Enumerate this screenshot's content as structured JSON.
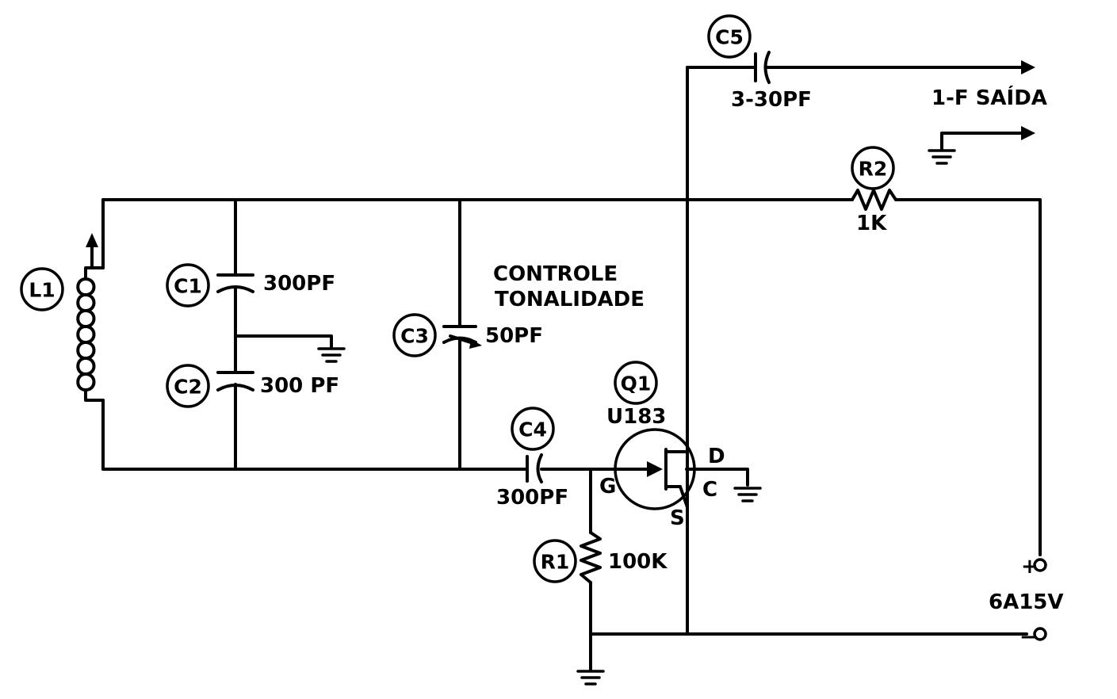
{
  "components": {
    "L1": {
      "tag": "L1"
    },
    "C1": {
      "tag": "C1",
      "value": "300PF"
    },
    "C2": {
      "tag": "C2",
      "value": "300 PF"
    },
    "C3": {
      "tag": "C3",
      "value": "50PF"
    },
    "C4": {
      "tag": "C4",
      "value": "300PF"
    },
    "C5": {
      "tag": "C5",
      "value": "3-30PF"
    },
    "R1": {
      "tag": "R1",
      "value": "100K"
    },
    "R2": {
      "tag": "R2",
      "value": "1K"
    },
    "Q1": {
      "tag": "Q1",
      "part": "U183",
      "pin_gate": "G",
      "pin_drain": "D",
      "pin_source": "S",
      "pin_case": "C"
    }
  },
  "labels": {
    "tone_line1": "CONTROLE",
    "tone_line2": "TONALIDADE",
    "output": "1-F SAÍDA",
    "supply_plus": "+",
    "supply_range": "6A15V",
    "supply_minus": "−"
  }
}
